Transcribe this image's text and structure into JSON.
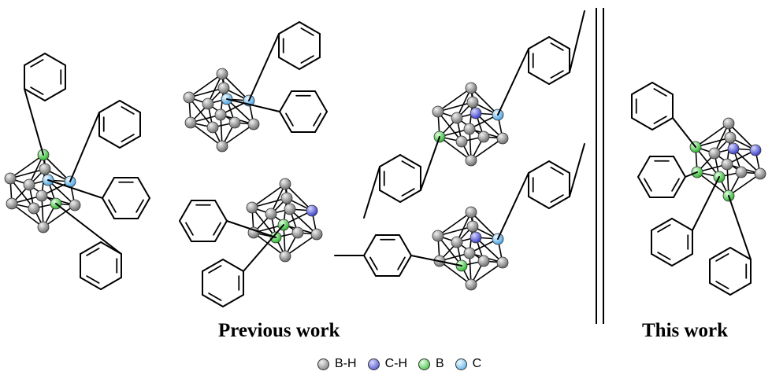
{
  "captions": {
    "previous": "Previous work",
    "current": "This work"
  },
  "legend": [
    {
      "label": "B-H",
      "color": "#8c8f8c"
    },
    {
      "label": "C-H",
      "color": "#5b5fe0"
    },
    {
      "label": "B",
      "color": "#5fdc5f"
    },
    {
      "label": "C",
      "color": "#7ec8f5"
    }
  ],
  "colors": {
    "bh": "#8c8f8c",
    "ch": "#5b5fe0",
    "b": "#5fdc5f",
    "c": "#7ec8f5"
  }
}
